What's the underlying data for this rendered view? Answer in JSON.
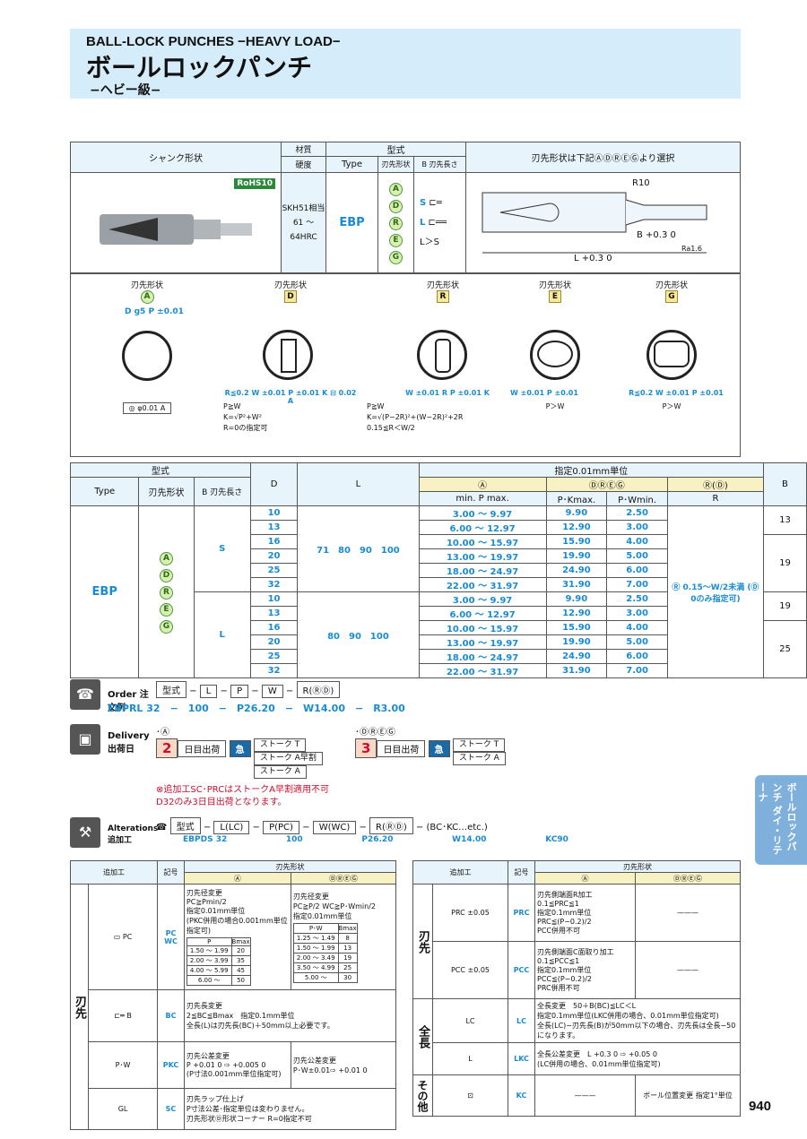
{
  "header": {
    "title_en": "BALL-LOCK PUNCHES −HEAVY LOAD−",
    "title_jp": "ボールロックパンチ",
    "subtitle": "−ヘビー級−"
  },
  "spec": {
    "col_shank": "シャンク形状",
    "col_material": "材質",
    "col_hardness": "硬度",
    "col_type_group": "型式",
    "col_type": "Type",
    "col_tip": "刃先形状",
    "col_blade": "B 刃先長さ",
    "col_right": "刃先形状は下記ⒶⒹⓇⒺⒼより選択",
    "rohs": "RoHS10",
    "material_value": "SKH51相当",
    "hardness_value": "61 ～ 64HRC",
    "type_value": "EBP",
    "tips": [
      "A",
      "D",
      "R",
      "E",
      "G"
    ],
    "blade_s": "S",
    "blade_l": "L",
    "blade_cond": "L＞S",
    "dim_r10": "R10",
    "dim_b": "B +0.3 0",
    "dim_l": "L +0.3 0",
    "dim_rat": "Ra1.6"
  },
  "shapes": [
    {
      "label": "刃先形状",
      "code": "A",
      "notes": [
        "◎ φ0.01 A"
      ],
      "dims": "D g5  P ±0.01"
    },
    {
      "label": "刃先形状",
      "code": "D",
      "notes": [
        "P≧W",
        "K=√P²+W²",
        "R=0の指定可"
      ],
      "dims": "R≦0.2  W ±0.01  P ±0.01  K  ⊟ 0.02 A"
    },
    {
      "label": "刃先形状",
      "code": "R",
      "notes": [
        "P≧W",
        "K=√(P−2R)²+(W−2R)²+2R",
        "0.15≦R＜W/2"
      ],
      "dims": "W ±0.01  R  P ±0.01  K"
    },
    {
      "label": "刃先形状",
      "code": "E",
      "notes": [
        "P＞W"
      ],
      "dims": "W ±0.01  P ±0.01"
    },
    {
      "label": "刃先形状",
      "code": "G",
      "notes": [
        "P＞W"
      ],
      "dims": "R≦0.2  W ±0.01  P ±0.01"
    }
  ],
  "main_table": {
    "h_type_group": "型式",
    "h_type": "Type",
    "h_tip": "刃先形状",
    "h_blade": "B 刃先長さ",
    "h_d": "D",
    "h_l": "L",
    "h_unit": "指定0.01mm単位",
    "h_a": "Ⓐ",
    "h_dreg": "ⒹⓇⒺⒼ",
    "h_rd": "Ⓡ(Ⓓ)",
    "h_minp": "min. P max.",
    "h_pk": "P･Kmax.",
    "h_pw": "P･Wmin.",
    "h_r": "R",
    "h_b": "B",
    "type": "EBP",
    "r_note": "Ⓡ 0.15～W/2未満 (Ⓓ 0のみ指定可)",
    "s_label": "S",
    "l_label": "L",
    "s_l_values": "71　80　90　100",
    "l_l_values": "80　90　100",
    "rows": [
      {
        "d": "10",
        "p": "3.00 ～ 9.97",
        "pk": "9.90",
        "pw": "2.50"
      },
      {
        "d": "13",
        "p": "6.00 ～ 12.97",
        "pk": "12.90",
        "pw": "3.00"
      },
      {
        "d": "16",
        "p": "10.00 ～ 15.97",
        "pk": "15.90",
        "pw": "4.00"
      },
      {
        "d": "20",
        "p": "13.00 ～ 19.97",
        "pk": "19.90",
        "pw": "5.00"
      },
      {
        "d": "25",
        "p": "18.00 ～ 24.97",
        "pk": "24.90",
        "pw": "6.00"
      },
      {
        "d": "32",
        "p": "22.00 ～ 31.97",
        "pk": "31.90",
        "pw": "7.00"
      },
      {
        "d": "10",
        "p": "3.00 ～ 9.97",
        "pk": "9.90",
        "pw": "2.50"
      },
      {
        "d": "13",
        "p": "6.00 ～ 12.97",
        "pk": "12.90",
        "pw": "3.00"
      },
      {
        "d": "16",
        "p": "10.00 ～ 15.97",
        "pk": "15.90",
        "pw": "4.00"
      },
      {
        "d": "20",
        "p": "13.00 ～ 19.97",
        "pk": "19.90",
        "pw": "5.00"
      },
      {
        "d": "25",
        "p": "18.00 ～ 24.97",
        "pk": "24.90",
        "pw": "6.00"
      },
      {
        "d": "32",
        "p": "22.00 ～ 31.97",
        "pk": "31.90",
        "pw": "7.00"
      }
    ],
    "b_values": [
      "13",
      "19",
      "19",
      "25"
    ]
  },
  "order": {
    "label": "Order 注文例",
    "fields": [
      "型式",
      "L",
      "P",
      "W",
      "R(ⓇⒹ)"
    ],
    "example": "EBPRL 32　−　100　−　P26.20　−　W14.00　−　R3.00"
  },
  "delivery": {
    "label": "Delivery 出荷日",
    "a_title": "･Ⓐ",
    "a_days": "2",
    "days_text": "日目出荷",
    "kyu": "急",
    "a_stroke": [
      "ストーク T",
      "ストーク A早割",
      "ストーク A"
    ],
    "dreg_title": "･ⒹⓇⒺⒼ",
    "dreg_days": "3",
    "dreg_stroke": [
      "ストーク T",
      "ストーク A"
    ],
    "note1": "⊗追加工SC･PRCはストークA早割適用不可",
    "note2": "D32のみ3日目出荷となります。"
  },
  "alterations": {
    "label": "Alterations 追加工",
    "fields": [
      "型式",
      "L(LC)",
      "P(PC)",
      "W(WC)",
      "R(ⓇⒹ)",
      "(BC･KC…etc.)"
    ],
    "example": [
      "EBPDS 32",
      "100",
      "P26.20",
      "W14.00",
      "KC90"
    ]
  },
  "alt_left": {
    "h_work": "追加工",
    "h_code": "記号",
    "h_tip": "刃先形状",
    "h_a": "Ⓐ",
    "h_dreg": "ⒹⓇⒺⒼ",
    "section": "刃先",
    "rows": [
      {
        "code": "PC WC",
        "a": "刃先径変更\nPC≧Pmin/2\n指定0.01mm単位\n(PKC併用の場合0.001mm単位指定可)",
        "dreg": "刃先径変更\nPC≧P/2  WC≧P･Wmin/2\n指定0.01mm単位"
      },
      {
        "code": "BC",
        "a": "刃先長変更\n2≦BC≦Bmax　指定0.1mm単位\n全長(L)は刃先長(BC)＋50mm以上必要です。",
        "dreg": ""
      },
      {
        "code": "PKC",
        "a": "刃先公差変更\nP +0.01 0 ⇨ +0.005 0\n(P寸法0.001mm単位指定可)",
        "dreg": "刃先公差変更\nP･W±0.01⇨ +0.01 0"
      },
      {
        "code": "SC",
        "a": "刃先ラップ仕上げ\nP寸法公差･指定単位は変わりません。\n刃先形状Ⓓ形状コーナー R=0指定不可",
        "dreg": ""
      }
    ],
    "pc_table_h": [
      "P",
      "Bmax"
    ],
    "pc_table": [
      [
        "1.50 ～ 1.99",
        "20"
      ],
      [
        "2.00 ～ 3.99",
        "35"
      ],
      [
        "4.00 ～ 5.99",
        "45"
      ],
      [
        "6.00 ～",
        "50"
      ]
    ],
    "wc_table_h": [
      "P･W",
      "Bmax"
    ],
    "wc_table": [
      [
        "1.25 ～ 1.49",
        "8"
      ],
      [
        "1.50 ～ 1.99",
        "13"
      ],
      [
        "2.00 ～ 3.49",
        "19"
      ],
      [
        "3.50 ～ 4.99",
        "25"
      ],
      [
        "5.00 ～",
        "30"
      ]
    ]
  },
  "alt_right": {
    "h_work": "追加工",
    "h_code": "記号",
    "h_tip": "刃先形状",
    "h_a": "Ⓐ",
    "h_dreg": "ⒹⓇⒺⒼ",
    "rows": [
      {
        "section": "刃先",
        "code": "PRC",
        "a": "刃先側端面R加工\n0.1≦PRC≦1\n指定0.1mm単位\nPRC≦(P−0.2)/2\nPCC併用不可",
        "dreg": "———"
      },
      {
        "section": "",
        "code": "PCC",
        "a": "刃先側端面C面取り加工\n0.1≦PCC≦1\n指定0.1mm単位\nPCC≦(P−0.2)/2\nPRC併用不可",
        "dreg": "———"
      },
      {
        "section": "全長",
        "code": "LC",
        "a": "全長変更　50＋B(BC)≦LC＜L\n指定0.1mm単位(LKC併用の場合、0.01mm単位指定可)\n全長(LC)−刃先長(B)が50mm以下の場合、刃先長は全長−50になります。",
        "dreg": ""
      },
      {
        "section": "",
        "code": "LKC",
        "a": "全長公差変更　L +0.3 0 ⇨ +0.05 0\n(LC併用の場合、0.01mm単位指定可)",
        "dreg": ""
      },
      {
        "section": "その他",
        "code": "KC",
        "a": "———",
        "dreg": "ボール位置変更 指定1°単位"
      }
    ]
  },
  "side_tab": "ボールロックパンチ ダイ・リテーナ",
  "page_number": "940"
}
